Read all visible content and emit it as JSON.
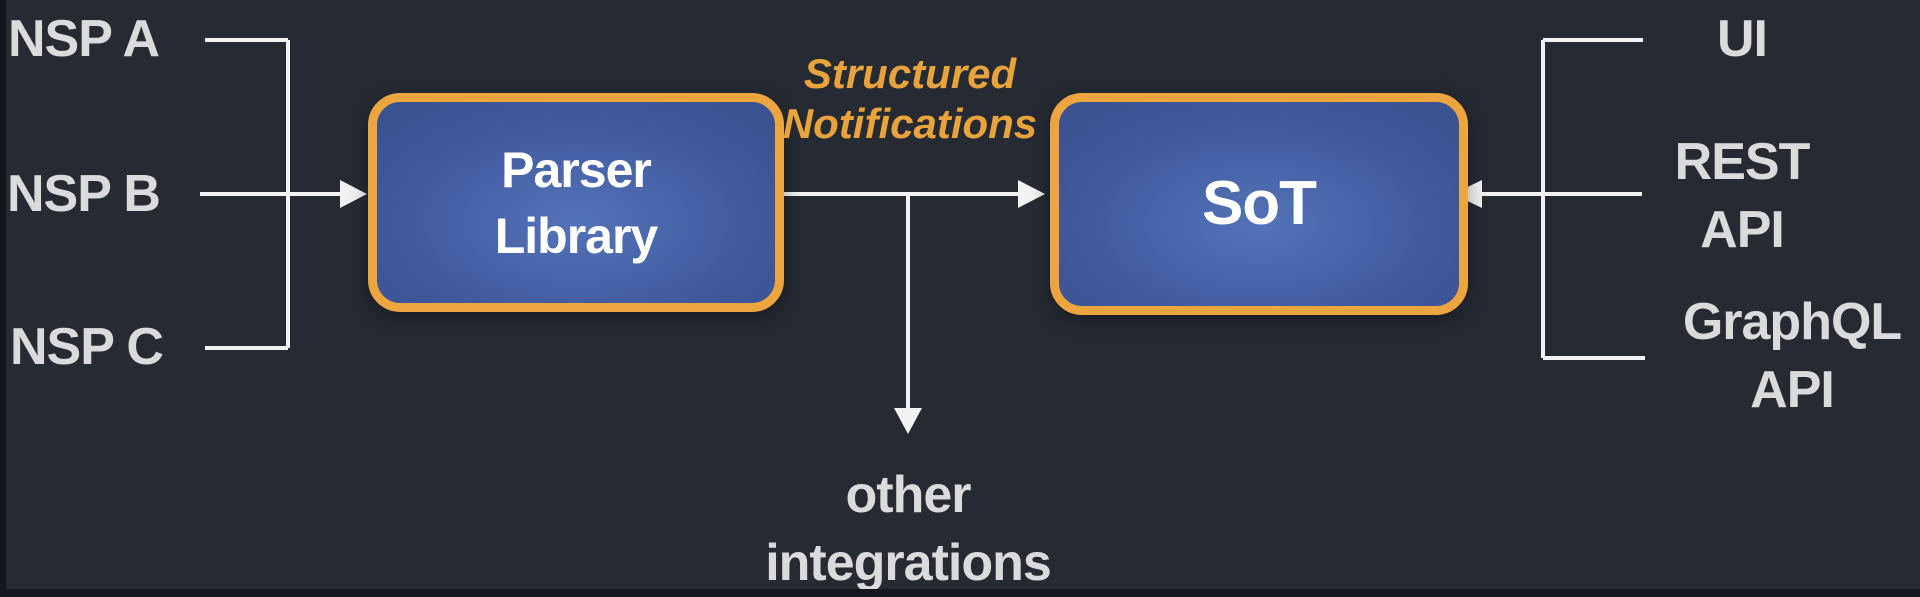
{
  "colors": {
    "bg": "#262a33",
    "edge": "#14171d",
    "label": "#dbdbdb",
    "line": "#f2f2f2",
    "orange": "#e8a33c",
    "box-border": "#eda63f",
    "box-c1": "#5373b8",
    "box-c2": "#41599c",
    "box-c3": "#38508d",
    "box-text": "#ffffff"
  },
  "sources": {
    "items": [
      {
        "label": "NSP A"
      },
      {
        "label": "NSP B"
      },
      {
        "label": "NSP C"
      }
    ]
  },
  "nodes": {
    "parser": {
      "label": "Parser Library"
    },
    "sot": {
      "label": "SoT"
    }
  },
  "flow_label": {
    "text": "Structured Notifications"
  },
  "branch": {
    "label": "other integrations"
  },
  "clients": {
    "items": [
      {
        "label": "UI"
      },
      {
        "label": "REST API"
      },
      {
        "label": "GraphQL API"
      }
    ]
  }
}
